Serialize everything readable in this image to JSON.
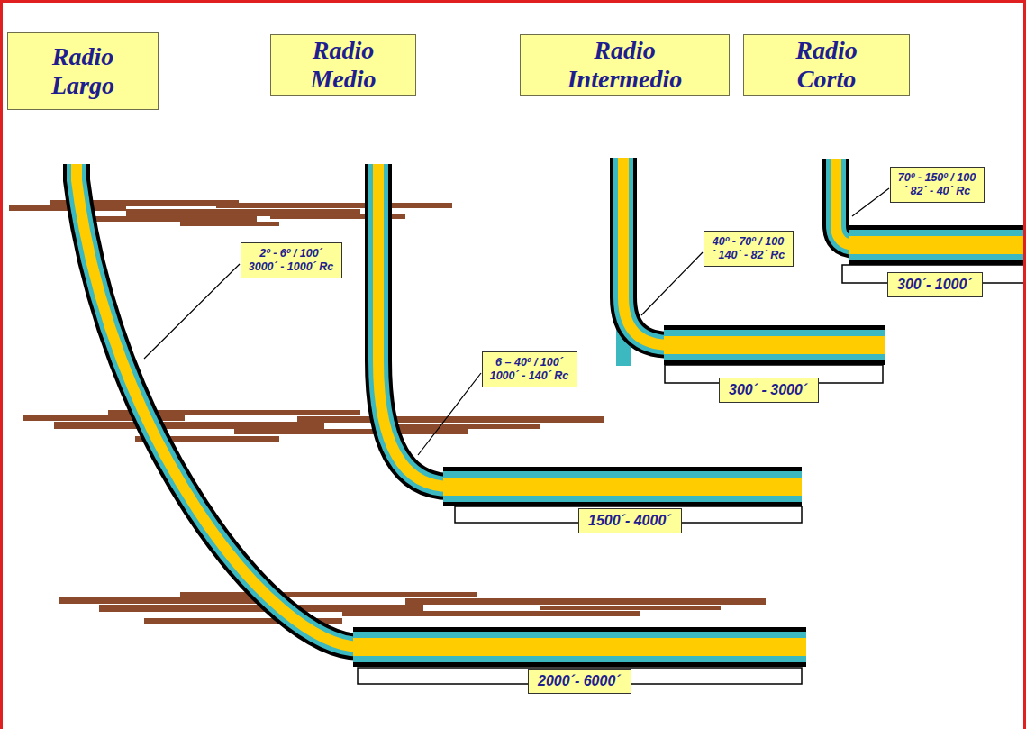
{
  "diagram": {
    "nodes": [
      {
        "text": [
          "Radio Largo"
        ]
      },
      {
        "text": [
          "Radio Medio"
        ]
      },
      {
        "text": [
          "Radio Intermedio"
        ]
      },
      {
        "text": [
          "Radio Corto"
        ]
      },
      {
        "text": [
          "2º - 6º / 100´ 3000´ - 1000´ Rc"
        ]
      },
      {
        "text": [
          "2000´- 6000´"
        ]
      },
      {
        "text": [
          "6 – 40º / 100´ 1000´ - 140´ Rc"
        ]
      },
      {
        "text": [
          "1500´- 4000´"
        ]
      },
      {
        "text": [
          "40º - 70º / 100´ 140´ - 82´ Rc"
        ]
      },
      {
        "text": [
          "300´ - 3000´"
        ]
      },
      {
        "text": [
          "70º - 150º / 100´ 82´ - 40´ Rc"
        ]
      },
      {
        "text": [
          "300´- 1000´"
        ]
      }
    ]
  }
}
